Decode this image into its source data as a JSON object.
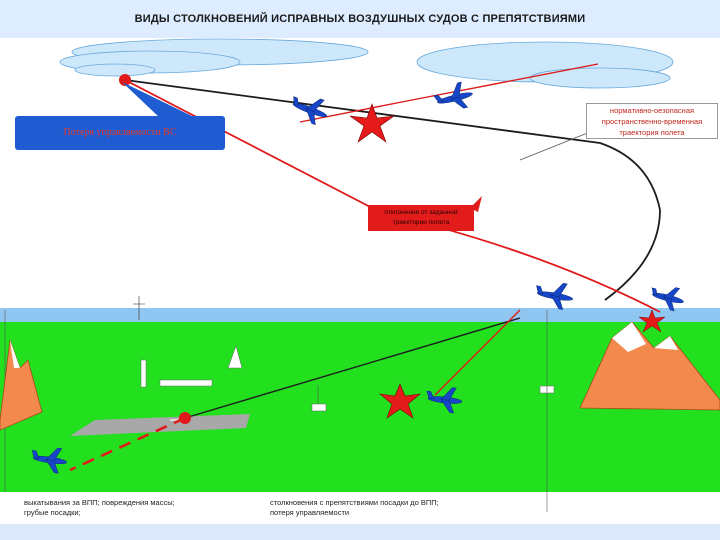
{
  "title": "ВИДЫ СТОЛКНОВЕНИЙ ИСПРАВНЫХ ВОЗДУШНЫХ СУДОВ С ПРЕПЯТСТВИЯМИ",
  "callouts": {
    "loss_of_control": "Потеря управляемости ВС",
    "nominal_trajectory_line1": "нормативно-оезопасная",
    "nominal_trajectory_line2": "пространственно-временная",
    "nominal_trajectory_line3": "траектория полета",
    "deviation_line1": "отклонение от заданной",
    "deviation_line2": "траектории полета"
  },
  "bottom_labels": {
    "runway_line1": "выкатывания за ВПП; повреждения массы;",
    "runway_line2": "грубые посадки;",
    "obstacle_line1": "столкновения с препятствиями посадки до ВПП;",
    "obstacle_line2": "потеря управляемости"
  },
  "colors": {
    "sky_band": "#cfe4ff",
    "ground_green": "#22e01e",
    "horizon_blue": "#8fc6f2",
    "trajectory_red": "#e01a1a",
    "path_black": "#1c1c1c",
    "aircraft_blue": "#1846c8",
    "star_red": "#e51b1b",
    "mountain_orange": "#f4894d",
    "cloud_blue": "#cde7fb"
  },
  "icons": [
    "aircraft-icon",
    "collision-star-icon",
    "mountain-icon",
    "cloud-icon",
    "tower-icon",
    "runway-icon"
  ]
}
